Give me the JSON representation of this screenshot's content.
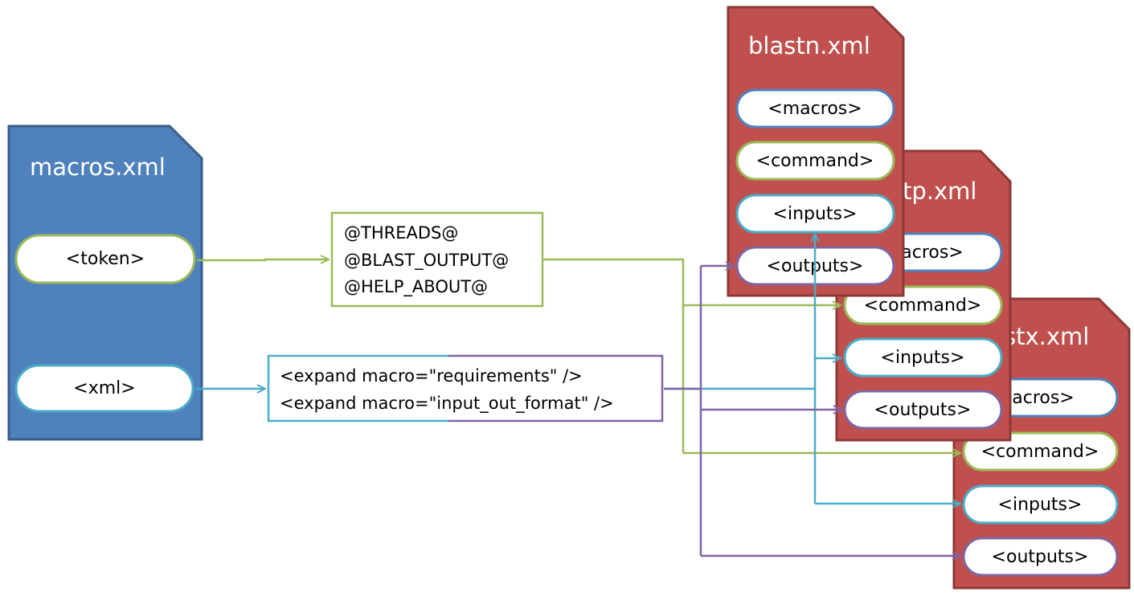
{
  "macros_doc": {
    "title": "macros.xml",
    "items": [
      "<token>",
      "<xml>"
    ]
  },
  "token_box": {
    "lines": [
      "@THREADS@",
      "@BLAST_OUTPUT@",
      "@HELP_ABOUT@"
    ]
  },
  "expand_box": {
    "lines": [
      "<expand macro=\"requirements\" />",
      "<expand macro=\"input_out_format\" />"
    ]
  },
  "tool_docs": [
    {
      "title": "blastn.xml",
      "items": [
        "<macros>",
        "<command>",
        "<inputs>",
        "<outputs>"
      ]
    },
    {
      "title": "blastp.xml",
      "title_visible": "tp.xml",
      "items": [
        "<macros>",
        "<command>",
        "<inputs>",
        "<outputs>"
      ],
      "items_visible": [
        "acros>",
        "<command>",
        "<inputs>",
        "<outputs>"
      ]
    },
    {
      "title": "blastx.xml",
      "title_visible": "stx.xml",
      "items": [
        "<macros>",
        "<command>",
        "<inputs>",
        "<outputs>"
      ],
      "items_visible": [
        "acros>",
        "<command>",
        "<inputs>",
        "<outputs>"
      ]
    }
  ],
  "colors": {
    "macros_doc_fill": "#4f81bd",
    "tool_doc_fill": "#c0504d",
    "token_link": "#9bbb59",
    "xml_link": "#4bacc6",
    "outputs_link": "#8064a2"
  }
}
